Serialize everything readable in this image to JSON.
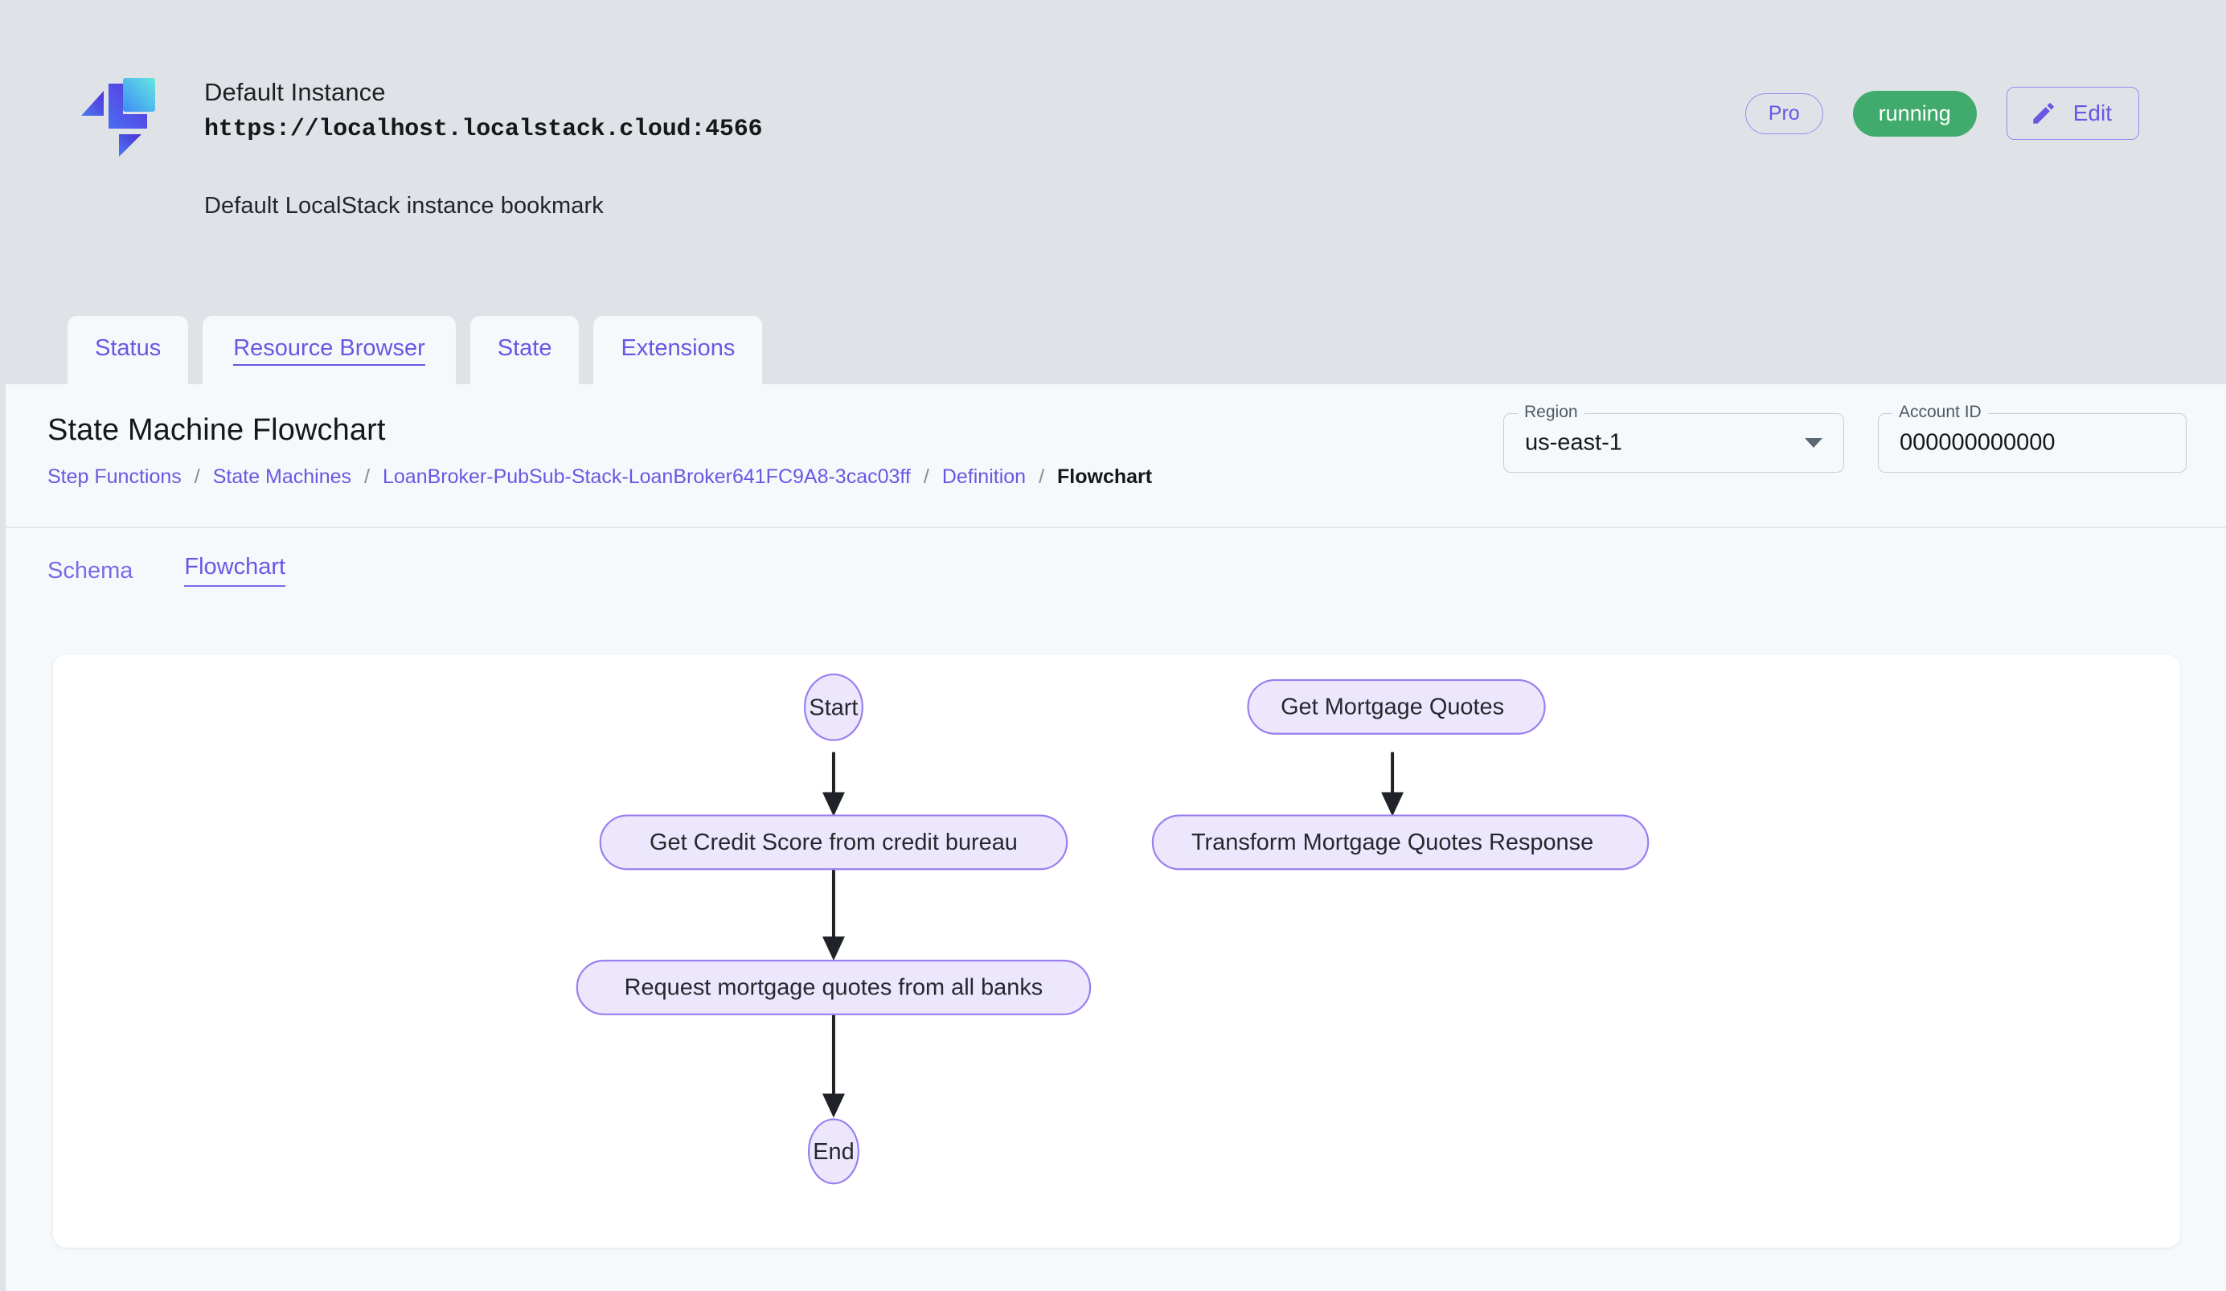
{
  "instance": {
    "name": "Default Instance",
    "url": "https://localhost.localstack.cloud:4566",
    "description": "Default LocalStack instance bookmark",
    "logo_icon": "localstack-logo-icon"
  },
  "header_actions": {
    "pro_label": "Pro",
    "status_label": "running",
    "status_color": "#41ab6d",
    "edit_label": "Edit",
    "edit_icon": "pencil-icon"
  },
  "tabs": [
    {
      "label": "Status",
      "active": false
    },
    {
      "label": "Resource Browser",
      "active": true
    },
    {
      "label": "State",
      "active": false
    },
    {
      "label": "Extensions",
      "active": false
    }
  ],
  "page": {
    "title": "State Machine Flowchart",
    "breadcrumb": [
      {
        "label": "Step Functions",
        "current": false
      },
      {
        "label": "State Machines",
        "current": false
      },
      {
        "label": "LoanBroker-PubSub-Stack-LoanBroker641FC9A8-3cac03ff",
        "current": false
      },
      {
        "label": "Definition",
        "current": false
      },
      {
        "label": "Flowchart",
        "current": true
      }
    ],
    "breadcrumb_separator": "/"
  },
  "fields": {
    "region": {
      "legend": "Region",
      "value": "us-east-1",
      "caret_icon": "chevron-down-icon"
    },
    "account": {
      "legend": "Account ID",
      "value": "000000000000"
    }
  },
  "subtabs": [
    {
      "label": "Schema",
      "active": false
    },
    {
      "label": "Flowchart",
      "active": true
    }
  ],
  "flowchart": {
    "accent_fill": "#ece7fd",
    "accent_stroke": "#9b7ef0",
    "edge_color": "#1f2328",
    "nodes": [
      {
        "id": "start",
        "label": "Start",
        "shape": "circle"
      },
      {
        "id": "credit",
        "label": "Get Credit Score from credit bureau",
        "shape": "pill"
      },
      {
        "id": "request",
        "label": "Request mortgage quotes from all banks",
        "shape": "pill"
      },
      {
        "id": "end",
        "label": "End",
        "shape": "circle"
      },
      {
        "id": "getquotes",
        "label": "Get Mortgage Quotes",
        "shape": "pill"
      },
      {
        "id": "transform",
        "label": "Transform Mortgage Quotes Response",
        "shape": "pill"
      }
    ],
    "edges": [
      {
        "from": "start",
        "to": "credit"
      },
      {
        "from": "credit",
        "to": "request"
      },
      {
        "from": "request",
        "to": "end"
      },
      {
        "from": "getquotes",
        "to": "transform"
      }
    ]
  }
}
